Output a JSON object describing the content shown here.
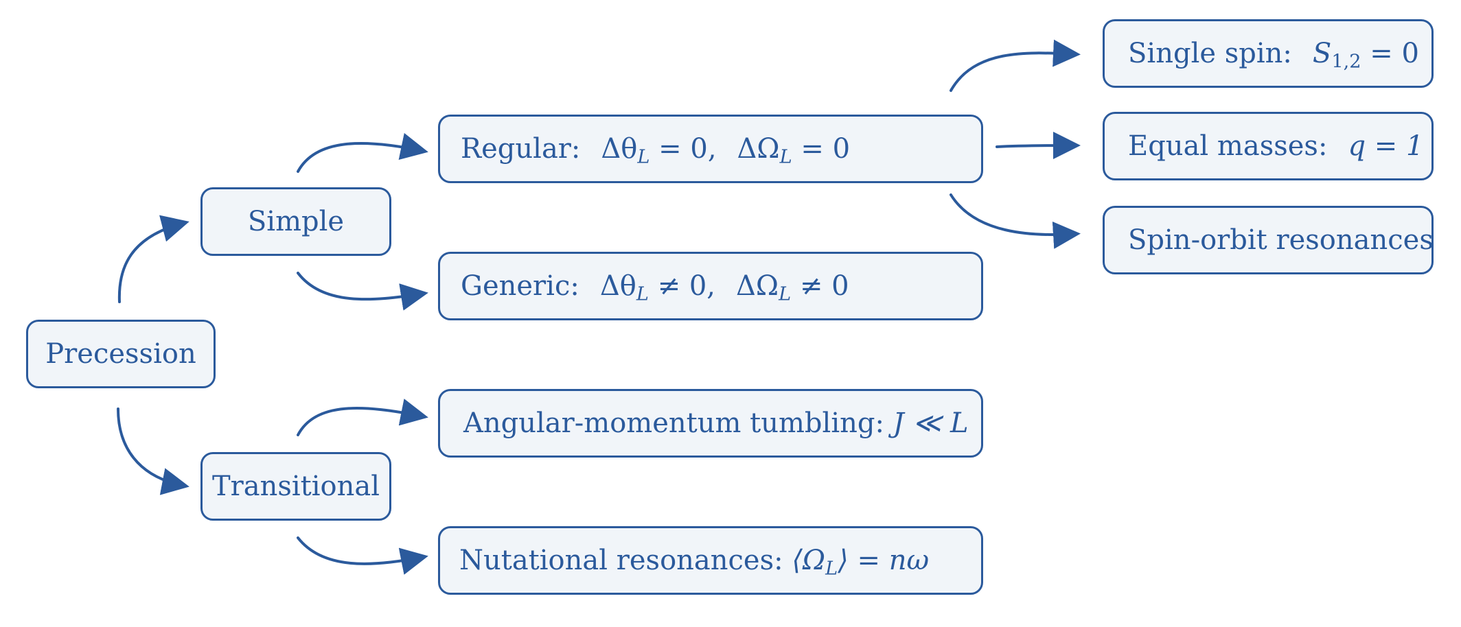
{
  "nodes": {
    "precession": "Precession",
    "simple": "Simple",
    "transitional": "Transitional",
    "regular": {
      "label": "Regular:",
      "eq1": "Δθ",
      "eq1_sub": "L",
      "eq1_rest": " = 0,",
      "eq2": "ΔΩ",
      "eq2_sub": "L",
      "eq2_rest": " = 0"
    },
    "generic": {
      "label": "Generic:",
      "eq1": "Δθ",
      "eq1_sub": "L",
      "eq1_rest": " ≠ 0,",
      "eq2": "ΔΩ",
      "eq2_sub": "L",
      "eq2_rest": " ≠ 0"
    },
    "tumbling": {
      "label": "Angular-momentum tumbling:",
      "eq": "J ≪ L"
    },
    "nutational": {
      "label": "Nutational resonances:",
      "eq_open": "⟨Ω",
      "eq_sub": "L",
      "eq_close": "⟩ = nω"
    },
    "single_spin": {
      "label": "Single spin:",
      "eq": "S",
      "eq_sub": "1,2",
      "eq_rest": " = 0"
    },
    "equal_masses": {
      "label": "Equal masses:",
      "eq": "q = 1"
    },
    "spin_orbit": "Spin-orbit resonances"
  },
  "colors": {
    "stroke": "#2b5a9c",
    "fill": "#f1f5f9"
  }
}
